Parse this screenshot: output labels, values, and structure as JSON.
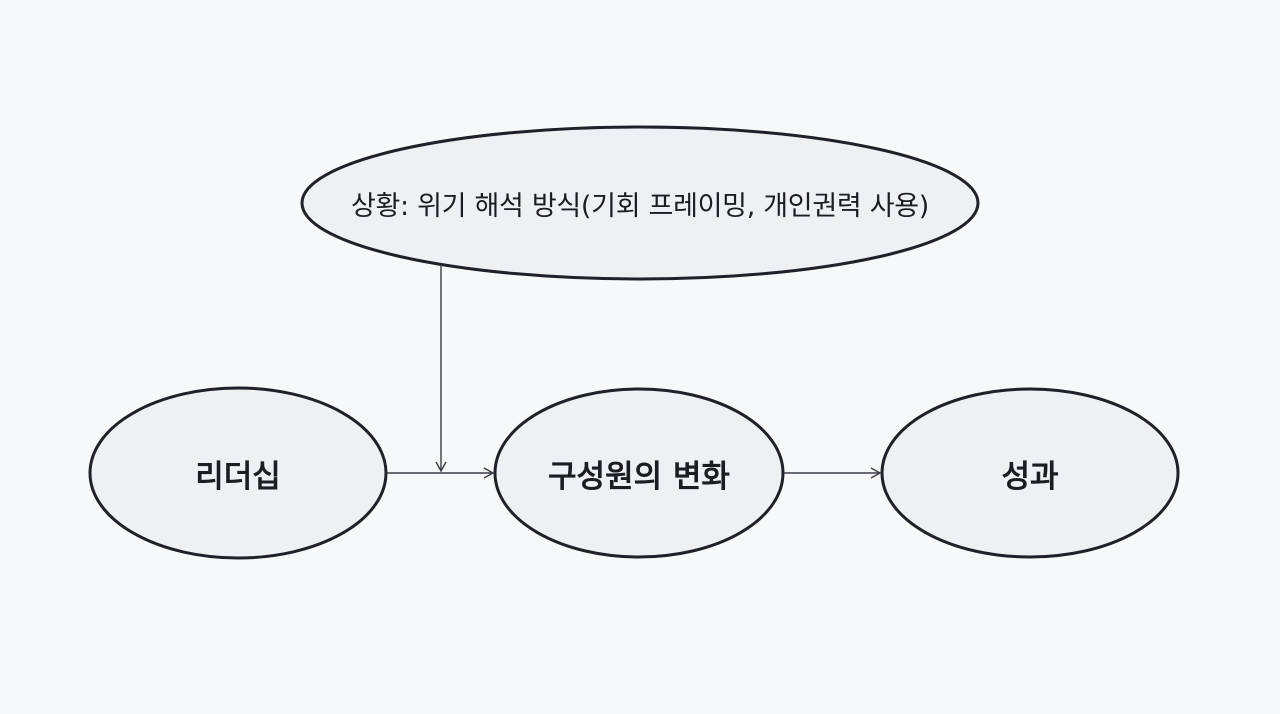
{
  "diagram": {
    "context_node": {
      "label": "상황: 위기 해석 방식(기회 프레이밍, 개인권력 사용)"
    },
    "nodes": [
      {
        "id": "leadership",
        "label": "리더십"
      },
      {
        "id": "member_change",
        "label": "구성원의 변화"
      },
      {
        "id": "performance",
        "label": "성과"
      }
    ],
    "edges": [
      {
        "from": "leadership",
        "to": "member_change",
        "type": "arrow"
      },
      {
        "from": "member_change",
        "to": "performance",
        "type": "arrow"
      },
      {
        "from": "context_node",
        "to": "leadership-member_change edge",
        "type": "moderator-arrow"
      }
    ],
    "colors": {
      "background": "#f7f8fa",
      "node_fill": "#eef0f4",
      "node_stroke": "#1e2128",
      "edge": "#3a3d44",
      "text": "#1b1d22"
    }
  }
}
